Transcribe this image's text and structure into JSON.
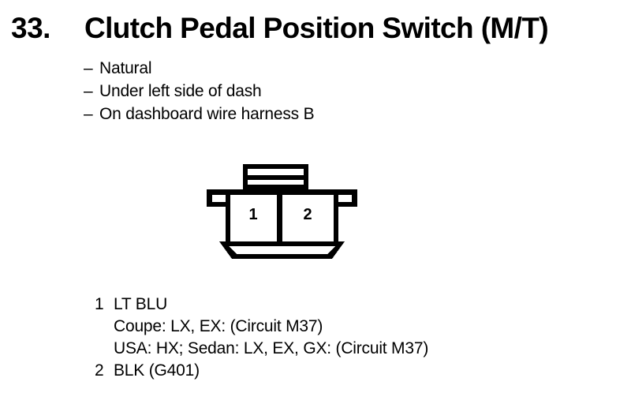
{
  "page": {
    "background_color": "#ffffff",
    "ink_color": "#000000"
  },
  "header": {
    "number": "33.",
    "title": "Clutch Pedal Position Switch (M/T)"
  },
  "specs": {
    "dash": "–",
    "items": [
      "Natural",
      "Under left side of dash",
      "On dashboard wire harness B"
    ]
  },
  "connector": {
    "name": "two-terminal-connector",
    "terminal_count": 2,
    "terminals": [
      {
        "number": "1"
      },
      {
        "number": "2"
      }
    ]
  },
  "legend": {
    "rows": [
      {
        "pin": "1",
        "text": "LT BLU",
        "sublines": [
          "Coupe: LX, EX: (Circuit M37)",
          "USA: HX; Sedan: LX, EX, GX: (Circuit M37)"
        ]
      },
      {
        "pin": "2",
        "text": "BLK (G401)",
        "sublines": []
      }
    ]
  }
}
